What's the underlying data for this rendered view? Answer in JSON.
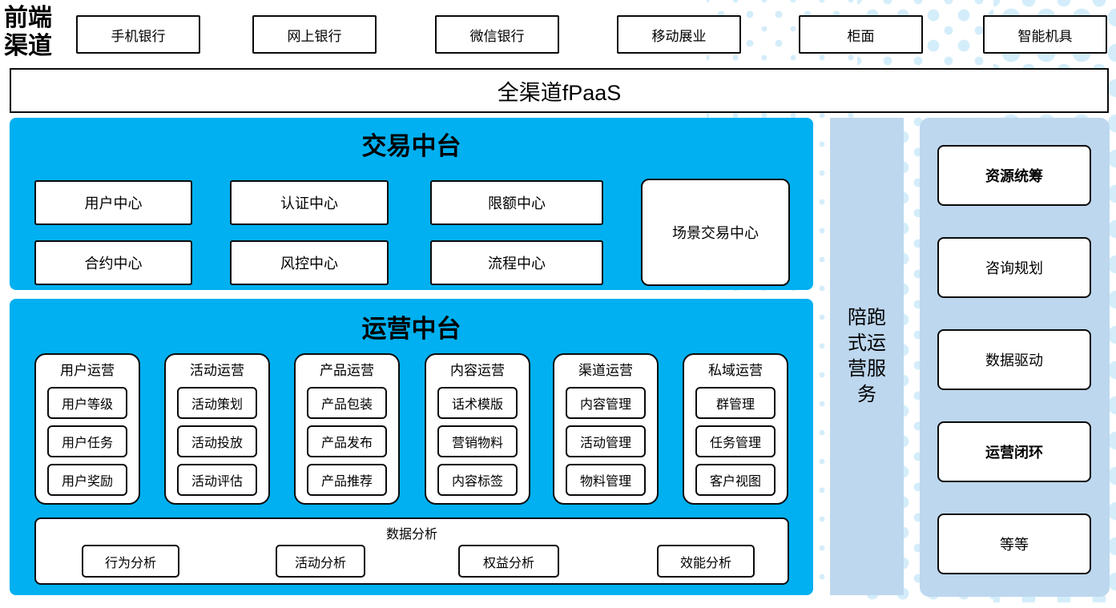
{
  "colors": {
    "accent_blue": "#00b0f0",
    "light_blue": "#bdd7ee",
    "dot_blue": "#d4edfa"
  },
  "front_channel": {
    "label": "前端渠道",
    "channels": [
      "手机银行",
      "网上银行",
      "微信银行",
      "移动展业",
      "柜面",
      "智能机具"
    ]
  },
  "fpaas_bar": {
    "label": "全渠道fPaaS"
  },
  "trade": {
    "title": "交易中台",
    "row1": [
      "用户中心",
      "认证中心",
      "限额中心"
    ],
    "row2": [
      "合约中心",
      "风控中心",
      "流程中心"
    ],
    "scene_center": "场景交易中心"
  },
  "ops": {
    "title": "运营中台",
    "groups": [
      {
        "title": "用户运营",
        "items": [
          "用户等级",
          "用户任务",
          "用户奖励"
        ]
      },
      {
        "title": "活动运营",
        "items": [
          "活动策划",
          "活动投放",
          "活动评估"
        ]
      },
      {
        "title": "产品运营",
        "items": [
          "产品包装",
          "产品发布",
          "产品推荐"
        ]
      },
      {
        "title": "内容运营",
        "items": [
          "话术模版",
          "营销物料",
          "内容标签"
        ]
      },
      {
        "title": "渠道运营",
        "items": [
          "内容管理",
          "活动管理",
          "物料管理"
        ]
      },
      {
        "title": "私域运营",
        "items": [
          "群管理",
          "任务管理",
          "客户视图"
        ]
      }
    ],
    "analysis": {
      "title": "数据分析",
      "items": [
        "行为分析",
        "活动分析",
        "权益分析",
        "效能分析"
      ]
    }
  },
  "side_bar": {
    "label": "陪跑式运营服务"
  },
  "side_services": [
    {
      "label": "资源统筹",
      "bold": true
    },
    {
      "label": "咨询规划",
      "bold": false
    },
    {
      "label": "数据驱动",
      "bold": false
    },
    {
      "label": "运营闭环",
      "bold": true
    },
    {
      "label": "等等",
      "bold": false
    }
  ]
}
